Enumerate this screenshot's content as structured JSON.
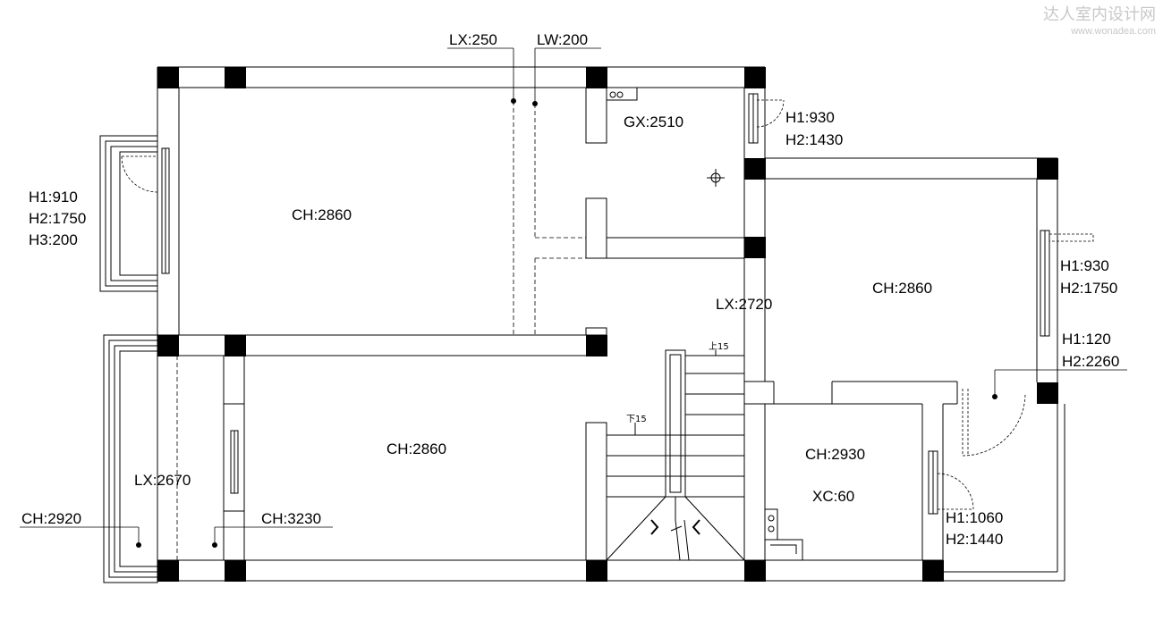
{
  "watermark": {
    "title": "达人室内设计网",
    "url": "www.wonadea.com"
  },
  "labels": {
    "lx250": "LX:250",
    "lw200": "LW:200",
    "gx2510": "GX:2510",
    "top_right_window": [
      "H1:930",
      "H2:1430"
    ],
    "left_window": [
      "H1:910",
      "H2:1750",
      "H3:200"
    ],
    "ch_top_left": "CH:2860",
    "ch_right_room": "CH:2860",
    "right_window": [
      "H1:930",
      "H2:1750"
    ],
    "right_door": [
      "H1:120",
      "H2:2260"
    ],
    "lx2720": "LX:2720",
    "ch_bottom_left": "CH:2860",
    "stair_up": "上15",
    "stair_down": "下15",
    "ch2930": "CH:2930",
    "xc60": "XC:60",
    "bottom_right_window": [
      "H1:1060",
      "H2:1440"
    ],
    "lx2670": "LX:2670",
    "ch2920": "CH:2920",
    "ch3230": "CH:3230"
  }
}
